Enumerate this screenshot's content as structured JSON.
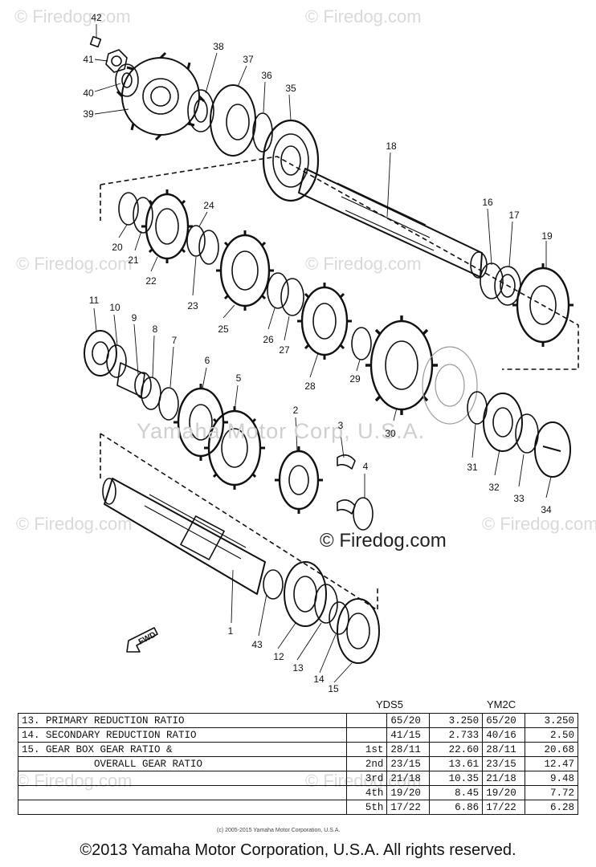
{
  "watermarks": [
    "© Firedog.com",
    "© Firedog.com",
    "© Firedog.com",
    "© Firedog.com",
    "© Firedog.com",
    "© Firedog.com",
    "© Firedog.com",
    "© Firedog.com"
  ],
  "center_watermark": "Yamaha Motor Corp, U.S.A.",
  "center_watermark_2": "© Firedog.com",
  "fwd_label": "FWD",
  "callouts": [
    "42",
    "41",
    "40",
    "39",
    "38",
    "37",
    "36",
    "35",
    "18",
    "16",
    "17",
    "19",
    "20",
    "21",
    "22",
    "24",
    "23",
    "25",
    "26",
    "27",
    "28",
    "29",
    "30",
    "31",
    "32",
    "33",
    "34",
    "11",
    "10",
    "9",
    "8",
    "7",
    "6",
    "5",
    "2",
    "3",
    "4",
    "1",
    "43",
    "12",
    "13",
    "14",
    "15"
  ],
  "table": {
    "col_heads": [
      "YDS5",
      "YM2C"
    ],
    "rows": [
      {
        "desc": "13.  PRIMARY REDUCTION RATIO",
        "gear": "",
        "ra": "65/20",
        "va": "3.250",
        "rb": "65/20",
        "vb": "3.250"
      },
      {
        "desc": "14.  SECONDARY REDUCTION RATIO",
        "gear": "",
        "ra": "41/15",
        "va": "2.733",
        "rb": "40/16",
        "vb": "2.50"
      },
      {
        "desc": "15.  GEAR BOX GEAR RATIO &",
        "gear": "1st",
        "ra": "28/11",
        "va": "22.60",
        "rb": "28/11",
        "vb": "20.68"
      },
      {
        "desc": "            OVERALL GEAR RATIO",
        "gear": "2nd",
        "ra": "23/15",
        "va": "13.61",
        "rb": "23/15",
        "vb": "12.47"
      },
      {
        "desc": "",
        "gear": "3rd",
        "ra": "21/18",
        "va": "10.35",
        "rb": "21/18",
        "vb": "9.48"
      },
      {
        "desc": "",
        "gear": "4th",
        "ra": "19/20",
        "va": "8.45",
        "rb": "19/20",
        "vb": "7.72"
      },
      {
        "desc": "",
        "gear": "5th",
        "ra": "17/22",
        "va": "6.86",
        "rb": "17/22",
        "vb": "6.28"
      }
    ],
    "small_copyright": "(c) 2005-2015 Yamaha Motor Corporation, U.S.A."
  },
  "footer": "©2013 Yamaha Motor Corporation, U.S.A. All rights reserved."
}
